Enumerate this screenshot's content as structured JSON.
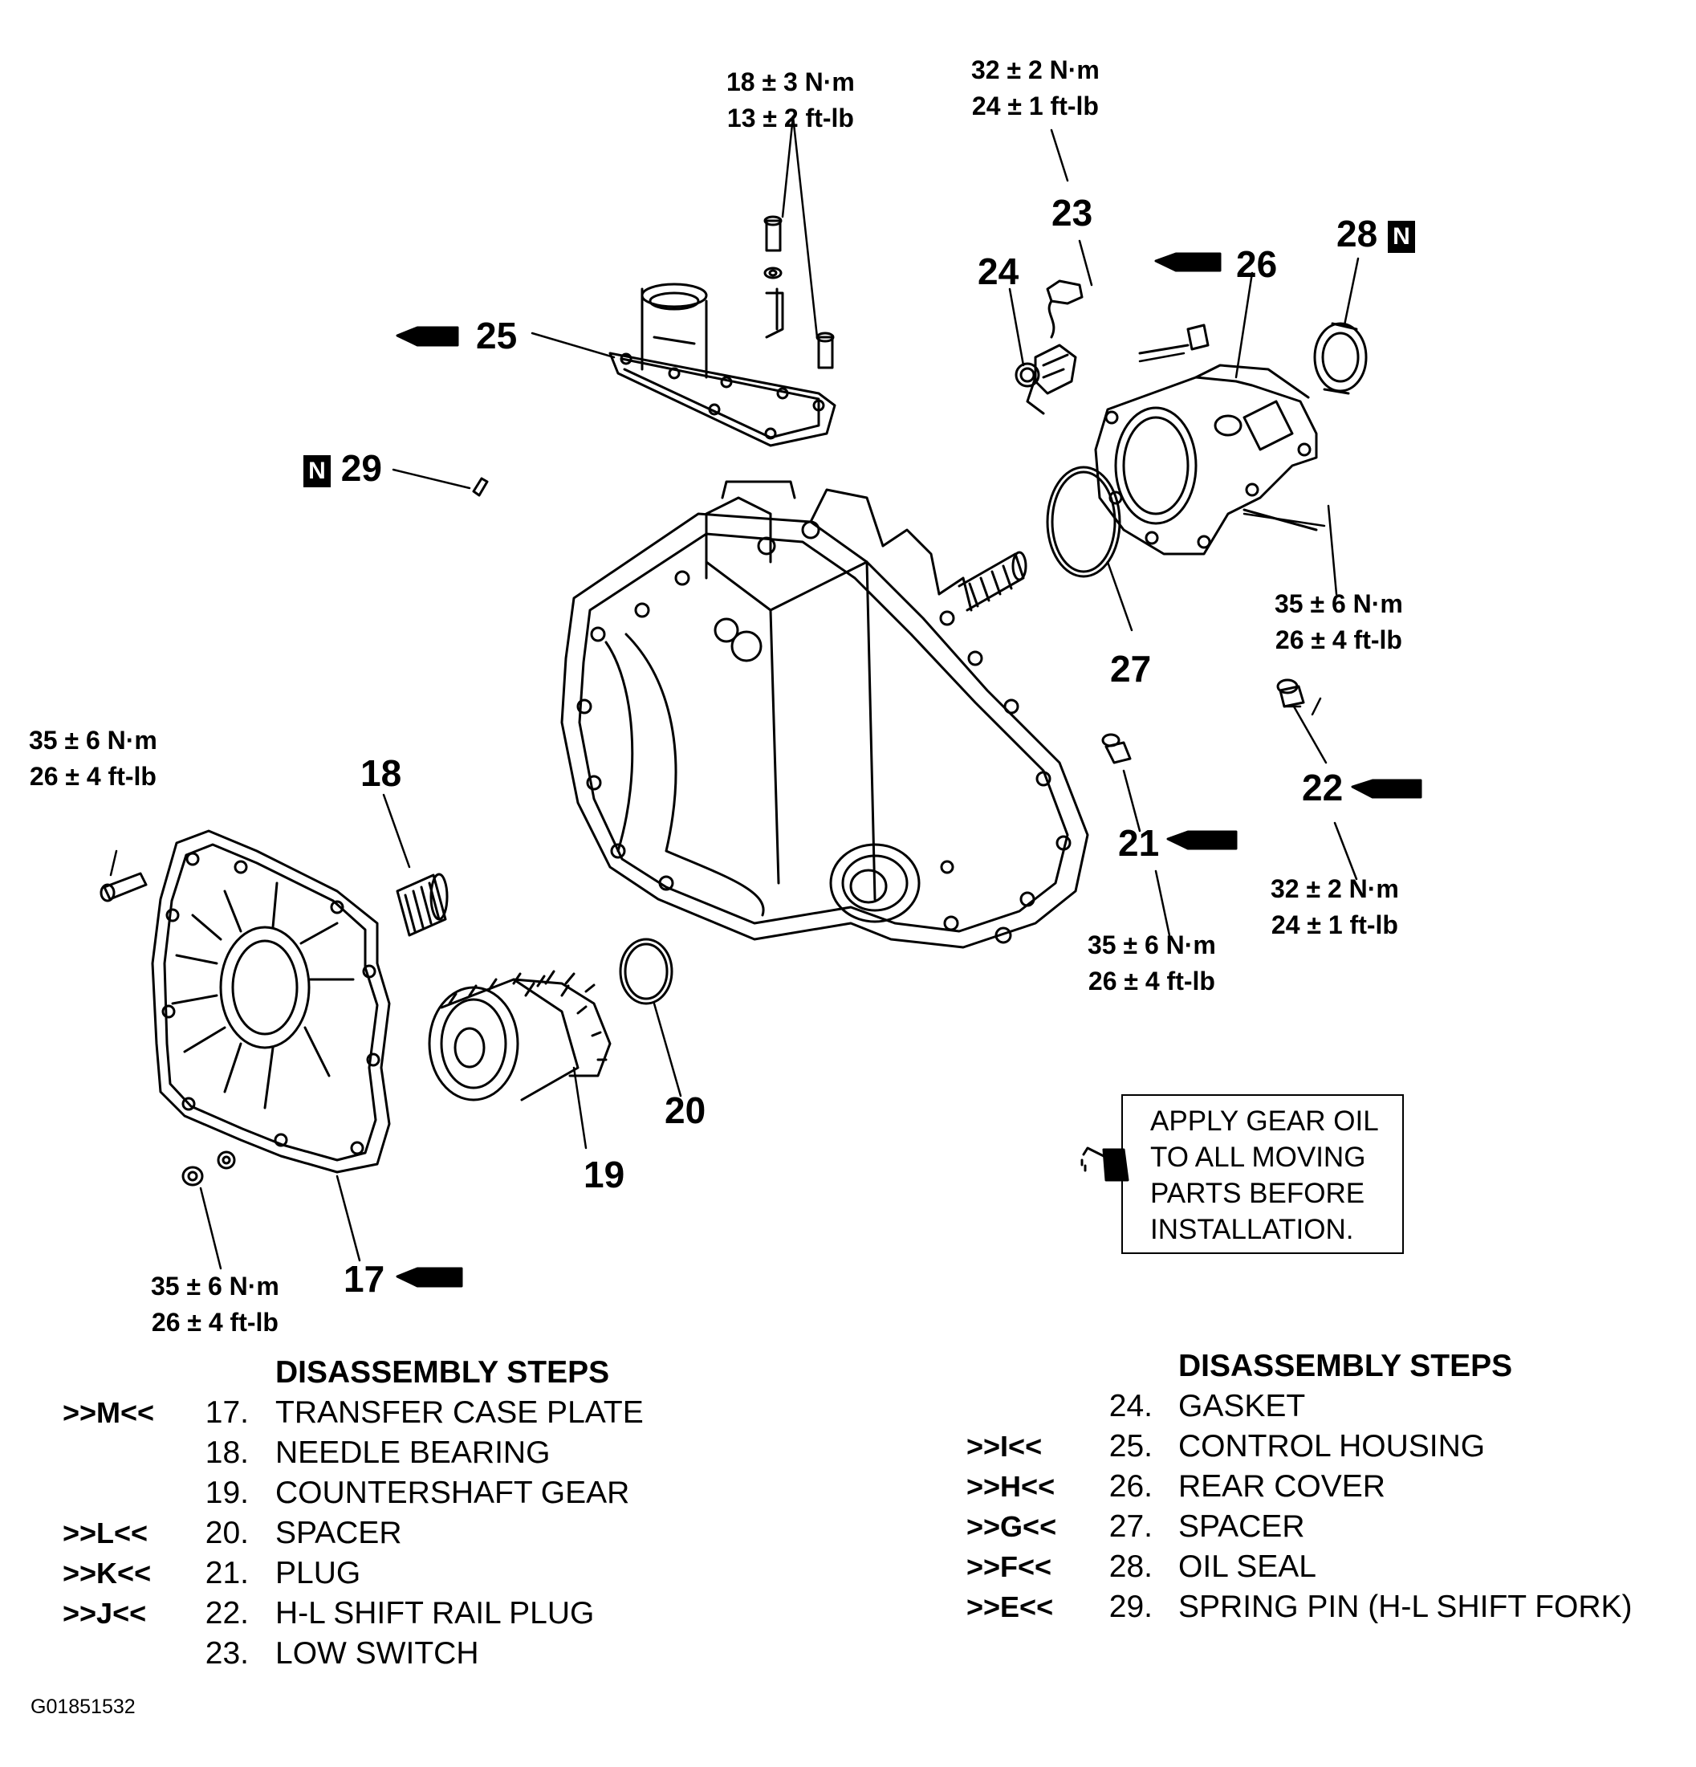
{
  "torques": {
    "t25": {
      "nm": "18 ± 3 N·m",
      "ft": "13 ± 2 ft-lb"
    },
    "t23": {
      "nm": "32 ± 2 N·m",
      "ft": "24 ± 1 ft-lb"
    },
    "t26": {
      "nm": "35 ± 6 N·m",
      "ft": "26 ± 4 ft-lb"
    },
    "t17a": {
      "nm": "35 ± 6 N·m",
      "ft": "26 ± 4 ft-lb"
    },
    "t21": {
      "nm": "35 ± 6 N·m",
      "ft": "26 ± 4 ft-lb"
    },
    "t22": {
      "nm": "32 ± 2 N·m",
      "ft": "24 ± 1 ft-lb"
    },
    "t17b": {
      "nm": "35 ± 6 N·m",
      "ft": "26 ± 4 ft-lb"
    }
  },
  "callouts": {
    "c17": "17",
    "c18": "18",
    "c19": "19",
    "c20": "20",
    "c21": "21",
    "c22": "22",
    "c23": "23",
    "c24": "24",
    "c25": "25",
    "c26": "26",
    "c27": "27",
    "c28": "28",
    "c29": "29",
    "n_mark": "N"
  },
  "note": {
    "line1": "APPLY GEAR OIL",
    "line2": "TO ALL MOVING",
    "line3": "PARTS BEFORE",
    "line4": "INSTALLATION."
  },
  "steps_left": {
    "heading": "DISASSEMBLY STEPS",
    "items": [
      {
        "code": ">>M<<",
        "num": "17.",
        "text": "TRANSFER CASE PLATE"
      },
      {
        "code": "",
        "num": "18.",
        "text": "NEEDLE BEARING"
      },
      {
        "code": "",
        "num": "19.",
        "text": "COUNTERSHAFT GEAR"
      },
      {
        "code": ">>L<<",
        "num": "20.",
        "text": "SPACER"
      },
      {
        "code": ">>K<<",
        "num": "21.",
        "text": "PLUG"
      },
      {
        "code": ">>J<<",
        "num": "22.",
        "text": "H-L SHIFT RAIL PLUG"
      },
      {
        "code": "",
        "num": "23.",
        "text": "LOW SWITCH"
      }
    ]
  },
  "steps_right": {
    "heading": "DISASSEMBLY STEPS",
    "items": [
      {
        "code": "",
        "num": "24.",
        "text": "GASKET"
      },
      {
        "code": ">>I<<",
        "num": "25.",
        "text": "CONTROL HOUSING"
      },
      {
        "code": ">>H<<",
        "num": "26.",
        "text": "REAR COVER"
      },
      {
        "code": ">>G<<",
        "num": "27.",
        "text": "SPACER"
      },
      {
        "code": ">>F<<",
        "num": "28.",
        "text": "OIL SEAL"
      },
      {
        "code": ">>E<<",
        "num": "29.",
        "text": "SPRING PIN (H-L SHIFT FORK)"
      }
    ]
  },
  "figure_code": "G01851532"
}
